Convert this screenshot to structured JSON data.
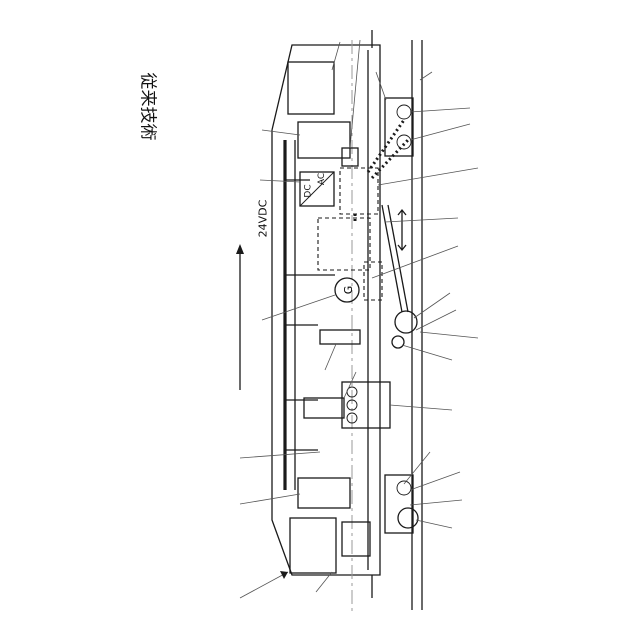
{
  "caption": "従来技術",
  "voltage_label": "24VDC",
  "converter": {
    "dc": "DC",
    "ac": "AC"
  }
}
